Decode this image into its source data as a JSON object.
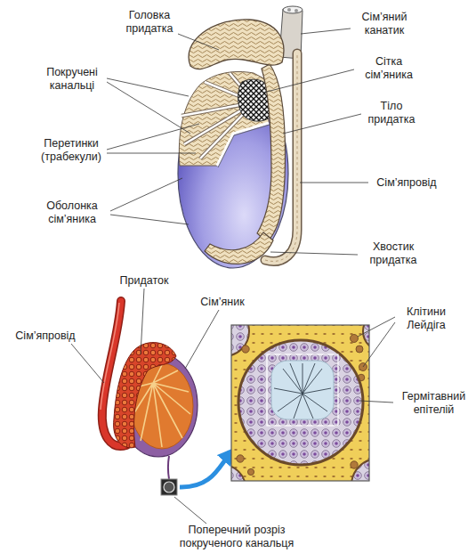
{
  "diagram": {
    "labels": [
      "Головка придатка",
      "Сім’яний канатик",
      "Покручені канальці",
      "Сітка сім’яника",
      "Тіло придатка",
      "Перетинки (трабекули)",
      "Сім’япровід",
      "Оболонка сім’яника",
      "Хвостик придатка",
      "Придаток",
      "Сім’яник",
      "Клітини Лейдіга",
      "Сім’япровід",
      "Гермітавний епітелій",
      "Поперечний розріз покрученого канальця"
    ]
  }
}
